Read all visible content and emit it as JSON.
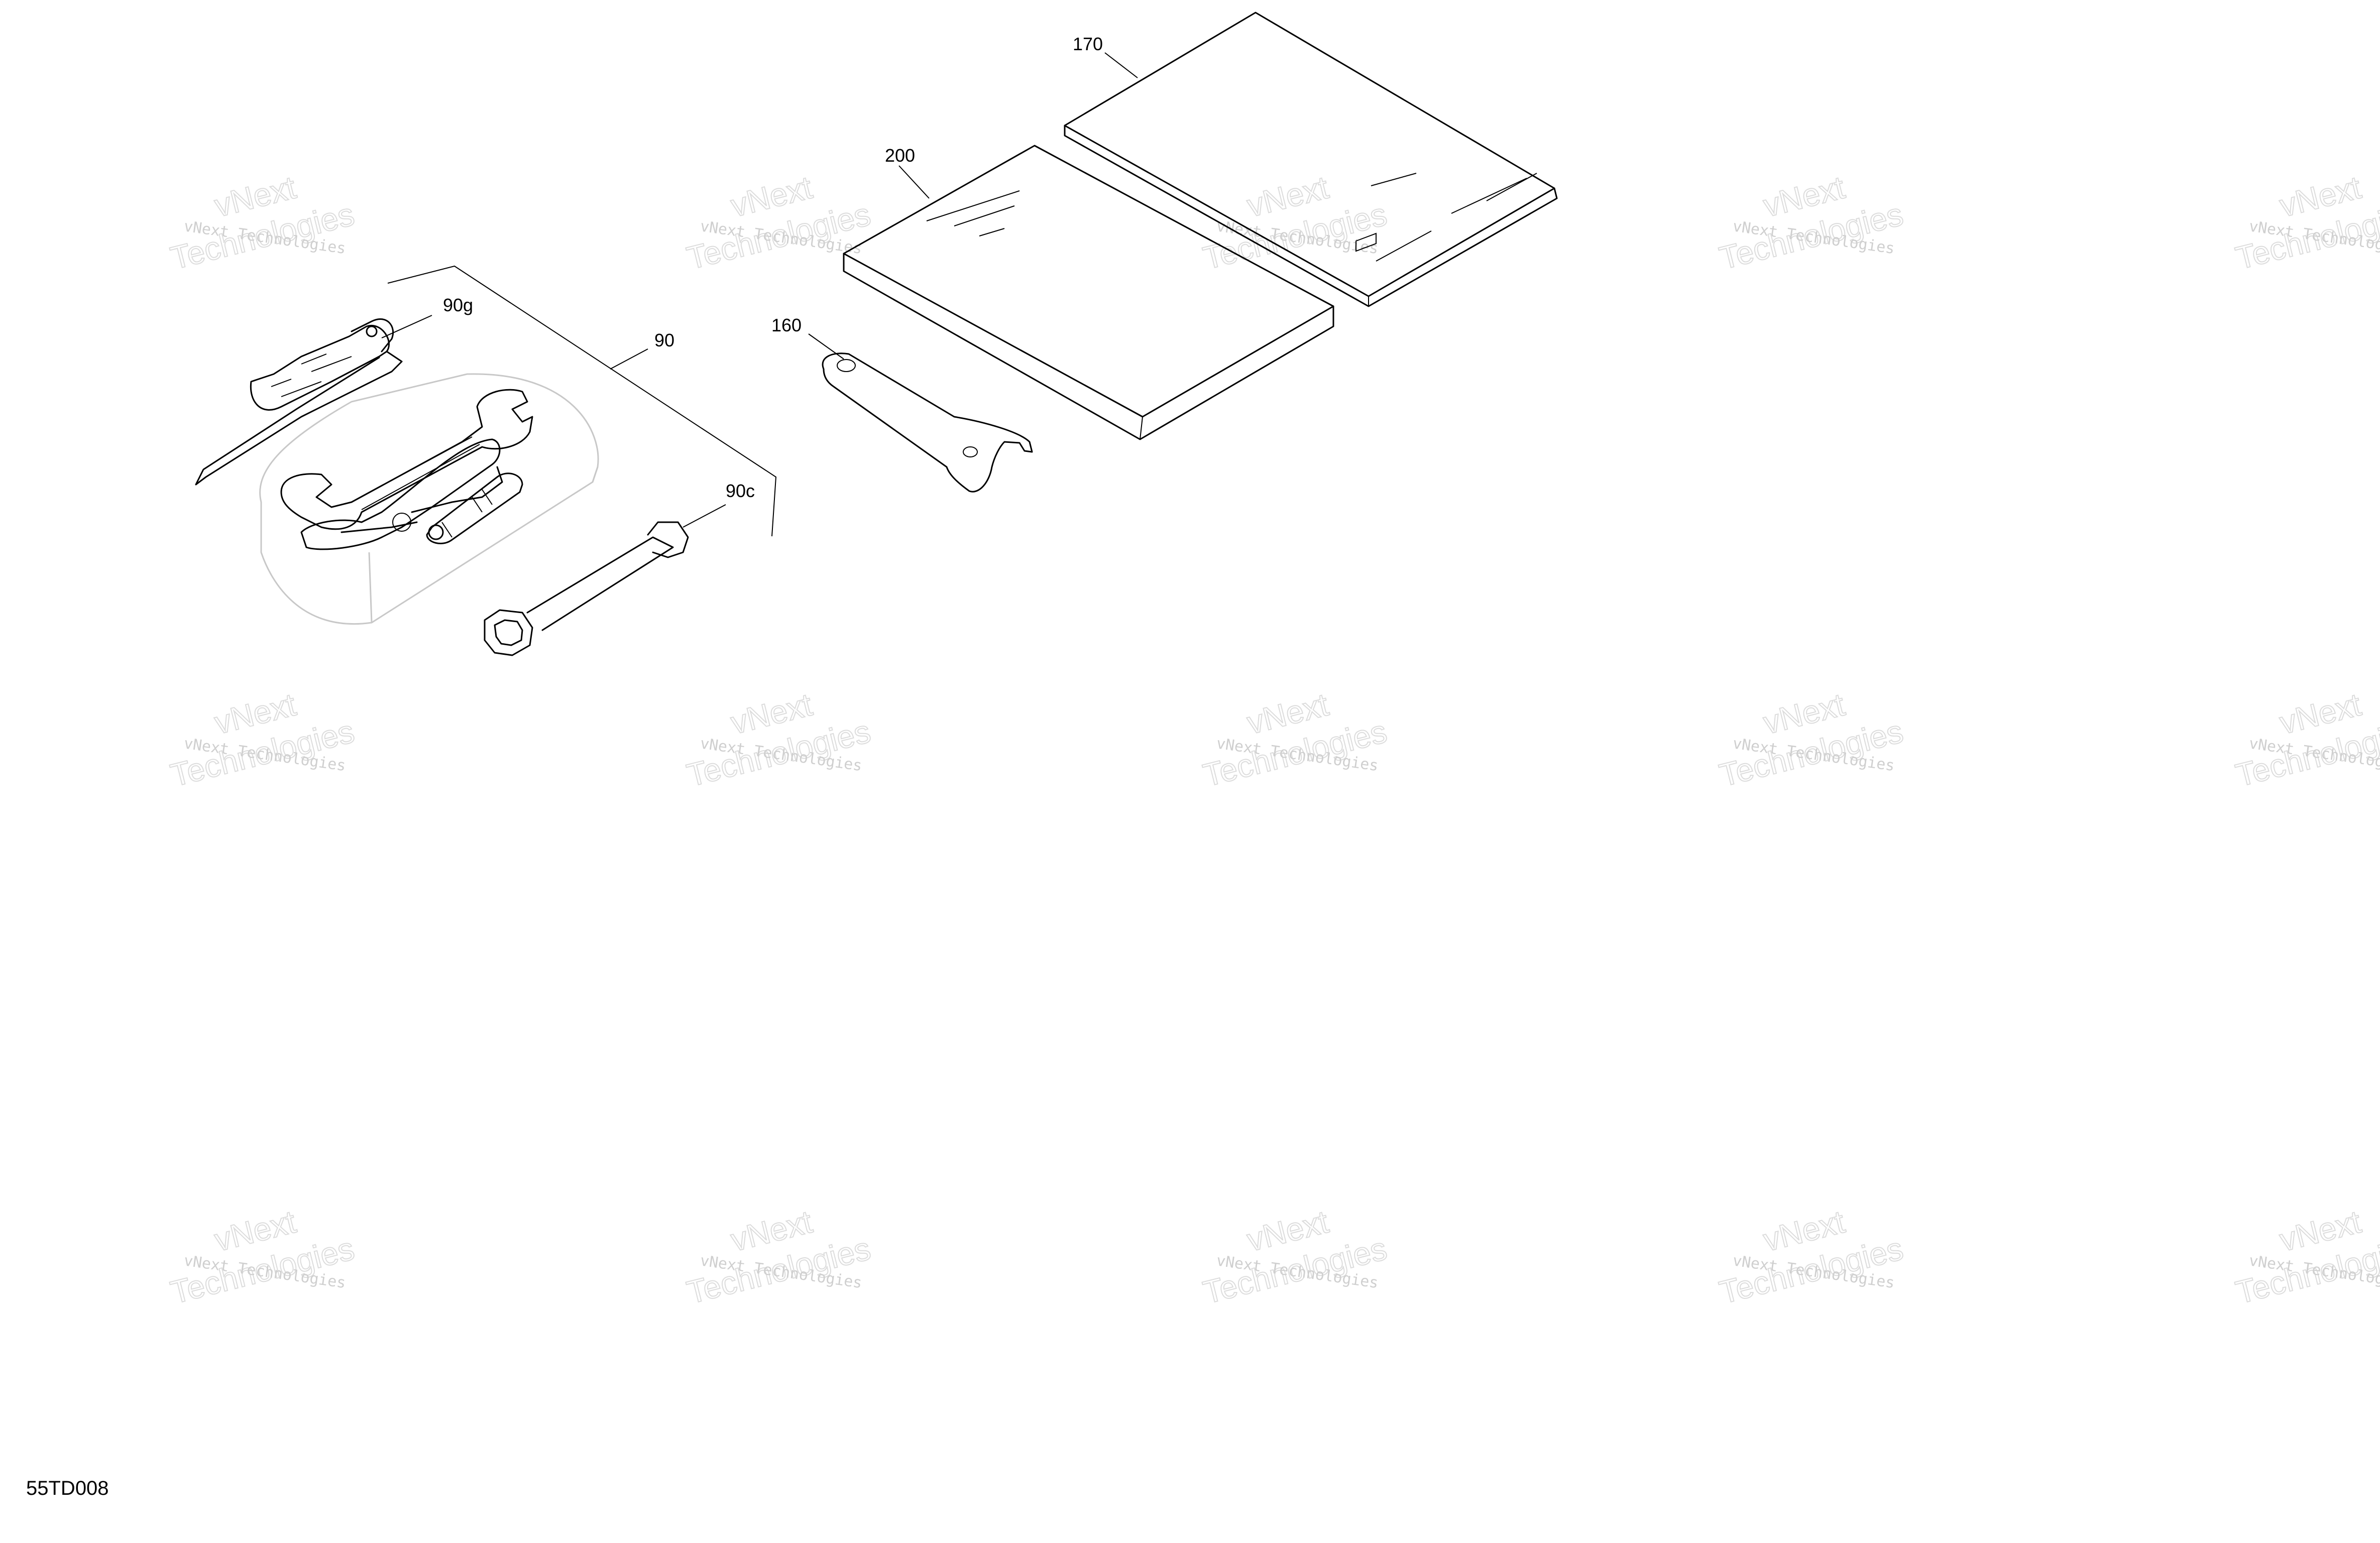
{
  "drawing_id": "55TD008",
  "callouts": {
    "c170": "170",
    "c200": "200",
    "c160": "160",
    "c90": "90",
    "c90g": "90g",
    "c90c": "90c"
  },
  "watermark": {
    "line1": "vNext Technologies",
    "line2": "vNext",
    "line3": "Technologies"
  }
}
